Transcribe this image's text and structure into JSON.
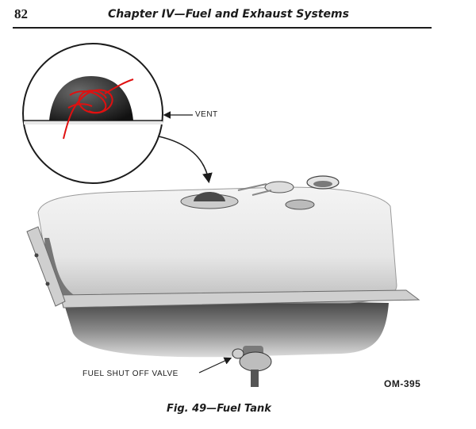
{
  "header": {
    "page_number": "82",
    "chapter_title": "Chapter IV—Fuel and Exhaust Systems"
  },
  "figure": {
    "labels": {
      "vent": "VENT",
      "fuel_shut_off_valve": "FUEL SHUT OFF VALVE"
    },
    "code": "OM-395",
    "caption": "Fig. 49—Fuel Tank"
  },
  "colors": {
    "ink": "#1c1c1c",
    "tank_metal": "#d6d6d6",
    "annotation_red": "#e01010"
  }
}
